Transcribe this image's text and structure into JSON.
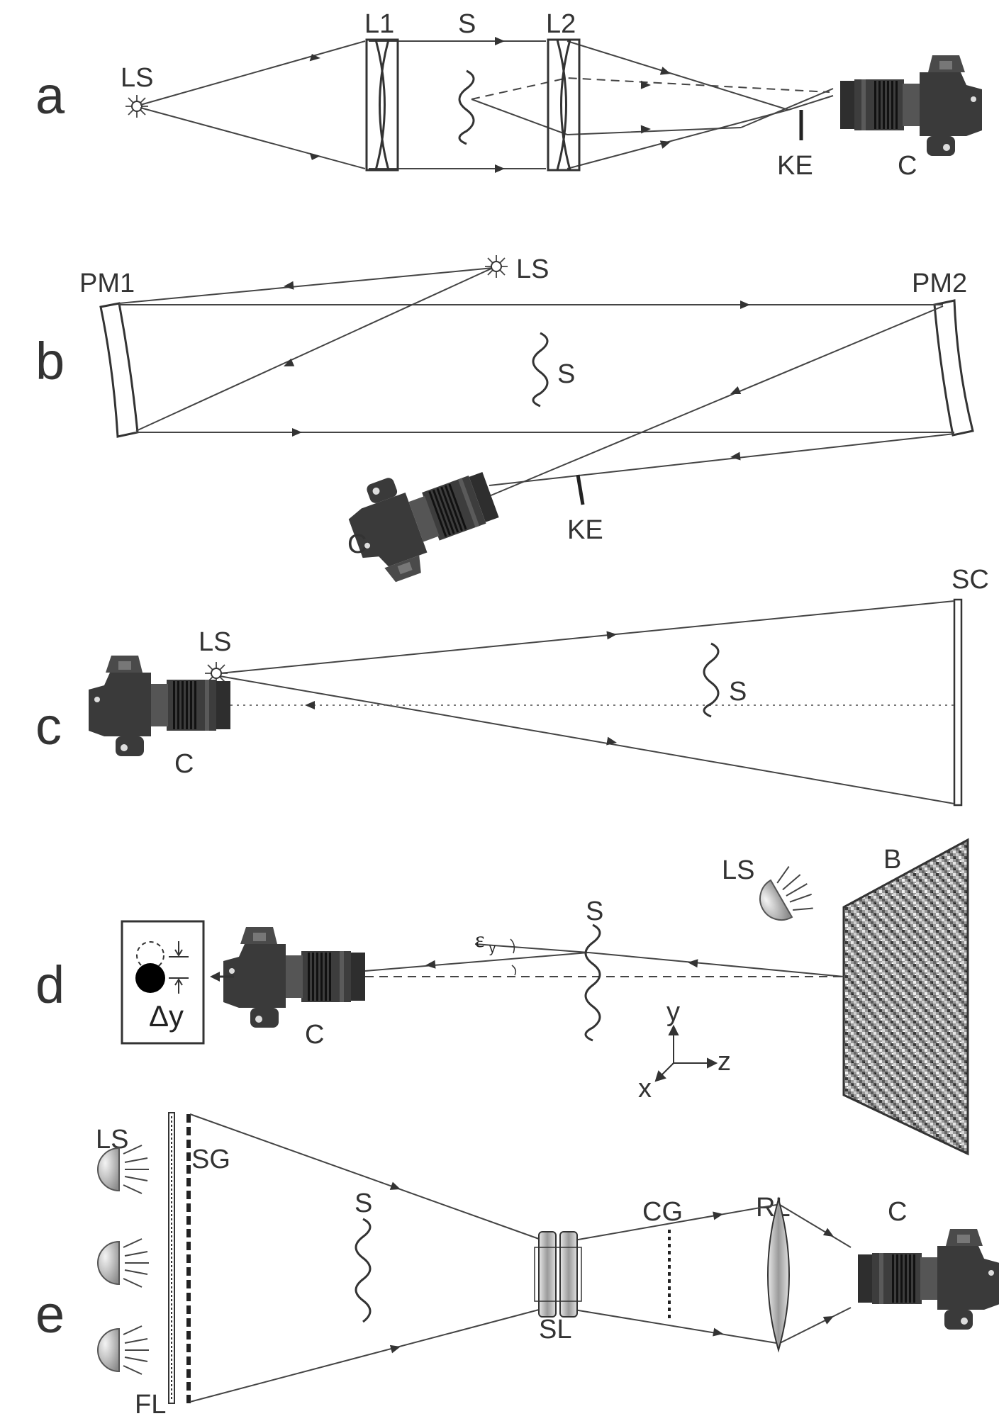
{
  "panels": {
    "a": {
      "letter": "a",
      "labels": {
        "ls": "LS",
        "l1": "L1",
        "s": "S",
        "l2": "L2",
        "ke": "KE",
        "c": "C"
      }
    },
    "b": {
      "letter": "b",
      "labels": {
        "pm1": "PM1",
        "ls": "LS",
        "pm2": "PM2",
        "s": "S",
        "c": "C",
        "ke": "KE"
      }
    },
    "c": {
      "letter": "c",
      "labels": {
        "ls": "LS",
        "sc": "SC",
        "s": "S",
        "c": "C"
      }
    },
    "d": {
      "letter": "d",
      "labels": {
        "ls": "LS",
        "b": "B",
        "s": "S",
        "eps": "ε",
        "eps_sub": "y",
        "c": "C",
        "dy": "Δy",
        "axis_y": "y",
        "axis_z": "z",
        "axis_x": "x"
      }
    },
    "e": {
      "letter": "e",
      "labels": {
        "ls": "LS",
        "sg": "SG",
        "s": "S",
        "cg": "CG",
        "rl": "RL",
        "c": "C",
        "sl": "SL",
        "fl": "FL"
      }
    }
  },
  "colors": {
    "line": "#444444",
    "text": "#333333",
    "camera": "#3a3a3a"
  },
  "icons": [
    "camera-icon",
    "light-source-icon",
    "lamp-icon",
    "lens-icon",
    "wave-icon"
  ]
}
